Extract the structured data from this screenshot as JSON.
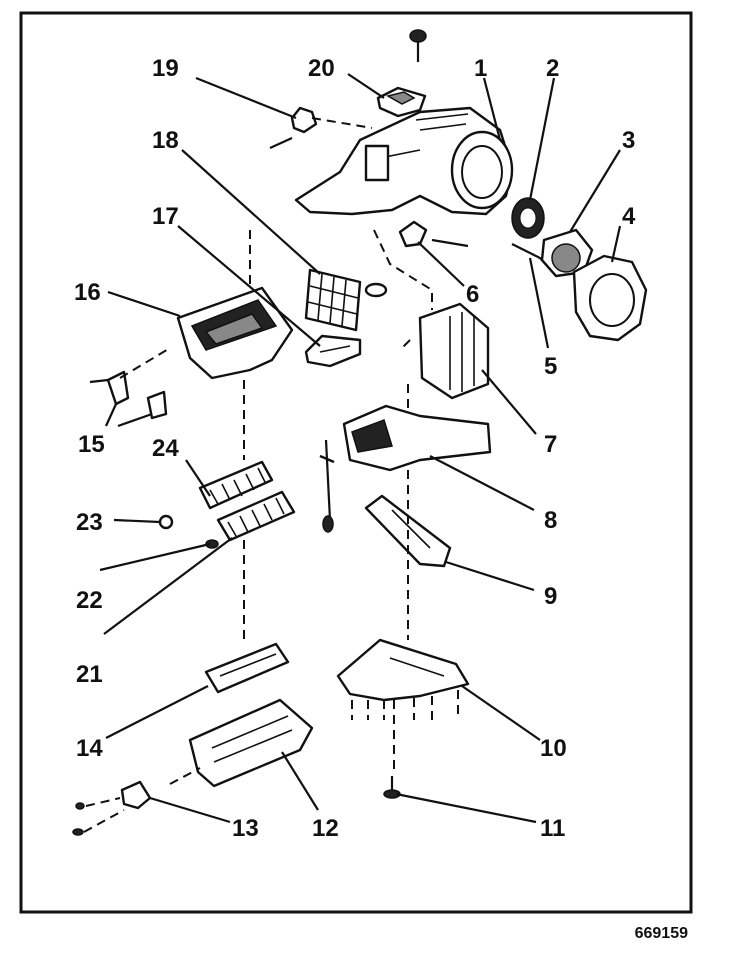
{
  "figure": {
    "reference_number": "669159",
    "callouts": [
      {
        "id": "1",
        "text": "1"
      },
      {
        "id": "2",
        "text": "2"
      },
      {
        "id": "3",
        "text": "3"
      },
      {
        "id": "4",
        "text": "4"
      },
      {
        "id": "5",
        "text": "5"
      },
      {
        "id": "6",
        "text": "6"
      },
      {
        "id": "7",
        "text": "7"
      },
      {
        "id": "8",
        "text": "8"
      },
      {
        "id": "9",
        "text": "9"
      },
      {
        "id": "10",
        "text": "10"
      },
      {
        "id": "11",
        "text": "11"
      },
      {
        "id": "12",
        "text": "12"
      },
      {
        "id": "13",
        "text": "13"
      },
      {
        "id": "14",
        "text": "14"
      },
      {
        "id": "15",
        "text": "15"
      },
      {
        "id": "16",
        "text": "16"
      },
      {
        "id": "17",
        "text": "17"
      },
      {
        "id": "18",
        "text": "18"
      },
      {
        "id": "19",
        "text": "19"
      },
      {
        "id": "20",
        "text": "20"
      },
      {
        "id": "21",
        "text": "21"
      },
      {
        "id": "22",
        "text": "22"
      },
      {
        "id": "23",
        "text": "23"
      },
      {
        "id": "24",
        "text": "24"
      }
    ]
  }
}
